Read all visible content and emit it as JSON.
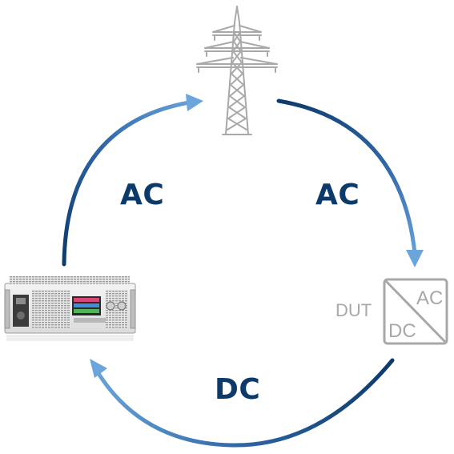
{
  "flow_labels": {
    "grid_to_dut": "AC",
    "source_to_grid": "AC",
    "dut_to_source": "DC"
  },
  "dut": {
    "label": "DUT",
    "ac_text": "AC",
    "dc_text": "DC"
  },
  "colors": {
    "arrow_dark": "#0c3a6b",
    "arrow_light": "#6aa5dc",
    "label": "#0c3a6b",
    "dut_gray": "#a8a8a8",
    "tower_gray": "#a9a9a9"
  },
  "icons": {
    "top": "power-transmission-tower-icon",
    "right": "dc-ac-converter-icon",
    "left": "regenerative-power-supply-icon"
  }
}
